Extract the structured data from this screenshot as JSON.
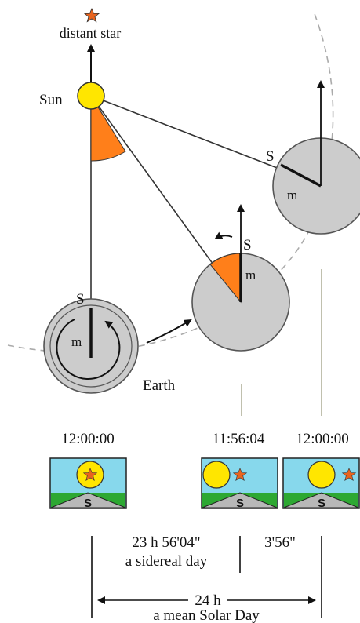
{
  "labels": {
    "distant_star": "distant star",
    "sun": "Sun",
    "earth": "Earth",
    "s": "S",
    "m": "m"
  },
  "times": {
    "t1": "12:00:00",
    "t2": "11:56:04",
    "t3": "12:00:00"
  },
  "panels": {
    "letter": "S"
  },
  "durations": {
    "sidereal_value": "23 h 56'04\"",
    "sidereal_label": "a sidereal day",
    "difference": "3'56\"",
    "solar_value": "24 h",
    "solar_label": "a mean Solar Day"
  },
  "colors": {
    "sun": "#ffe600",
    "wedge": "#ff7f1a",
    "earth": "#cccccc",
    "sky": "#87d8ec",
    "grass": "#2da832",
    "ground": "#b8b8b8",
    "star": "#e8641e"
  }
}
